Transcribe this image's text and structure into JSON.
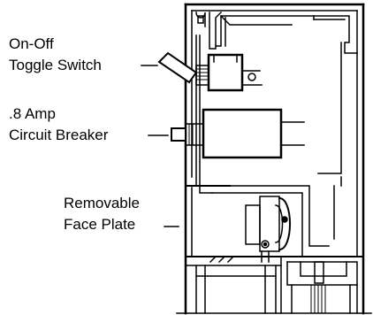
{
  "labels": {
    "toggle": {
      "line1": "On-Off",
      "line2": "Toggle Switch"
    },
    "breaker": {
      "line1": ".8 Amp",
      "line2": "Circuit Breaker"
    },
    "faceplate": {
      "line1": "Removable",
      "line2": "Face Plate"
    }
  },
  "colors": {
    "ink": "#000000",
    "background": "#ffffff"
  }
}
